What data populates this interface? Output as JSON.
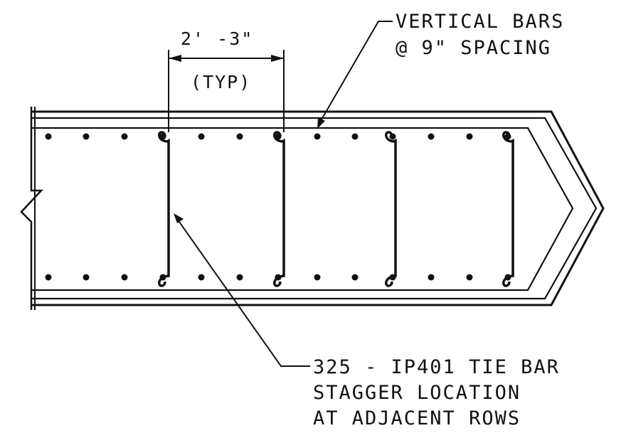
{
  "dimension": {
    "value": "2' -3\"",
    "qualifier": "(TYP)"
  },
  "notes": {
    "vertical_bars": {
      "line1": "VERTICAL BARS",
      "line2": "@ 9\" SPACING"
    },
    "tie_bar": {
      "line1": "325 - IP401 TIE BAR",
      "line2": "STAGGER LOCATION",
      "line3": "AT ADJACENT ROWS"
    }
  },
  "colors": {
    "ink": "#111111",
    "background": "#ffffff"
  }
}
